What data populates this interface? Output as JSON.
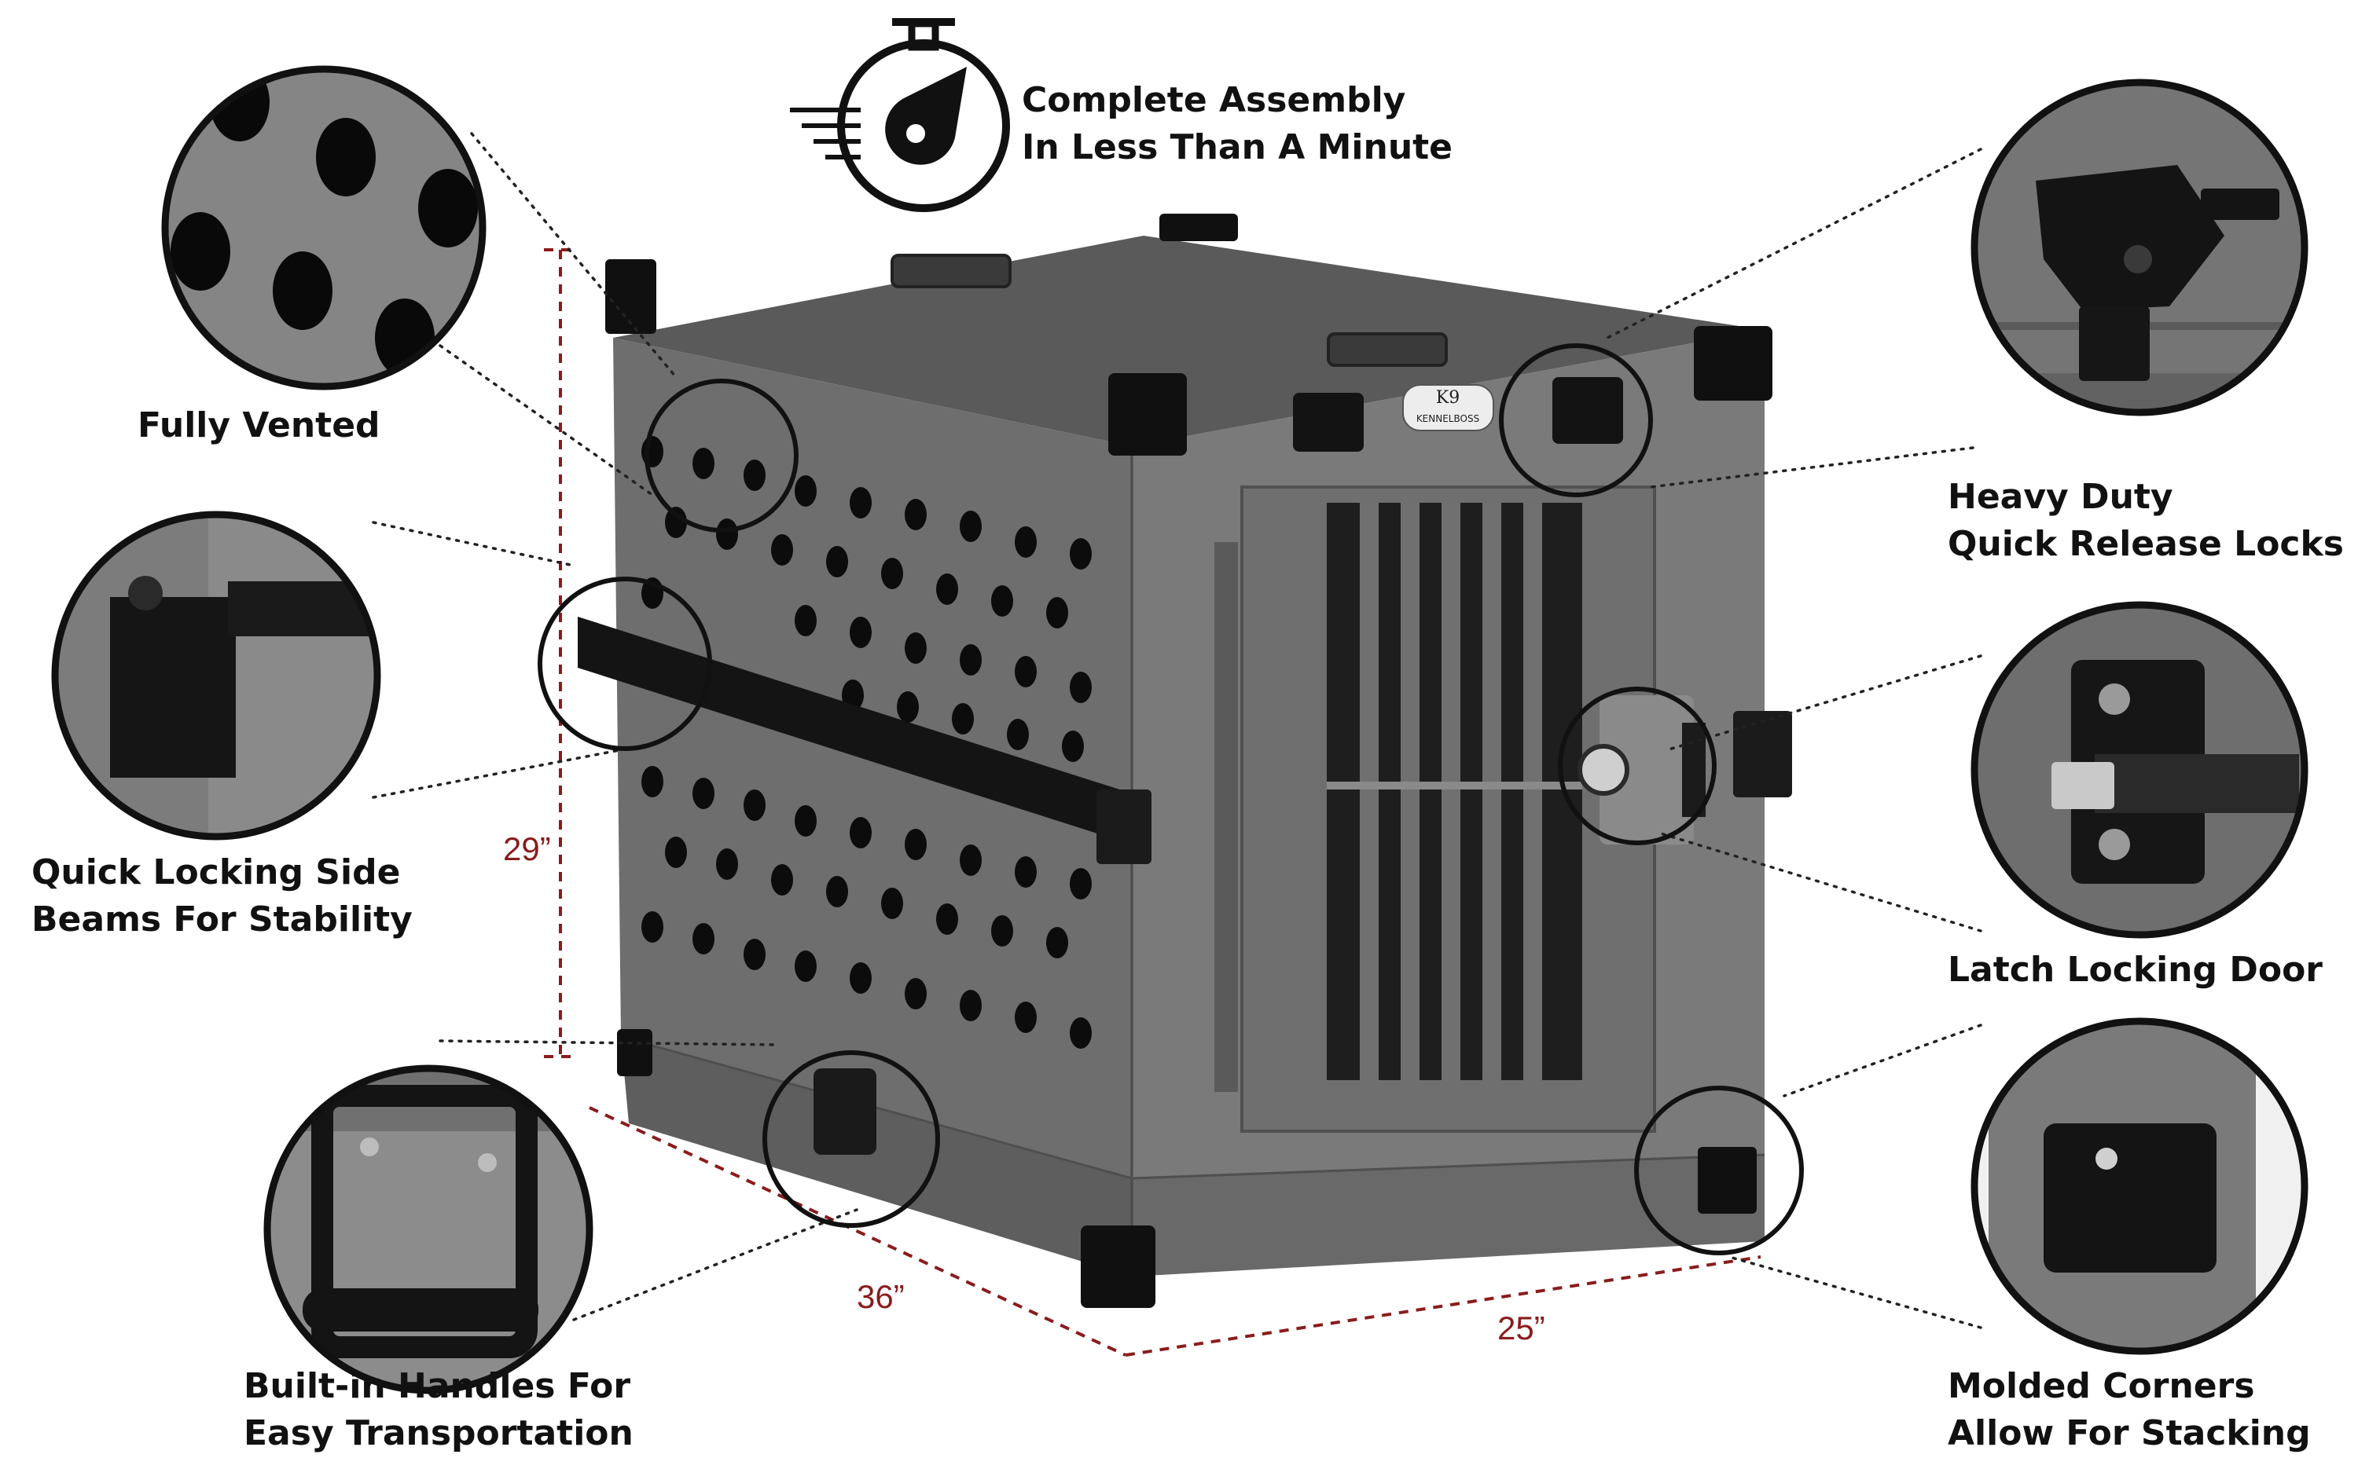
{
  "features": {
    "assembly": {
      "lines": [
        "Complete Assembly",
        "In Less Than A Minute"
      ],
      "icon": "stopwatch-icon"
    },
    "vented": {
      "lines": [
        "Fully Vented"
      ]
    },
    "locks": {
      "lines": [
        "Heavy Duty",
        "Quick Release Locks"
      ]
    },
    "beams": {
      "lines": [
        "Quick Locking Side",
        "Beams For Stability"
      ]
    },
    "latch": {
      "lines": [
        "Latch Locking Door"
      ]
    },
    "handles": {
      "lines": [
        "Built-in Handles For",
        "Easy  Transportation"
      ]
    },
    "corners": {
      "lines": [
        "Molded Corners",
        "Allow For Stacking"
      ]
    }
  },
  "dimensions": {
    "height": "29”",
    "length": "36”",
    "width": "25”"
  },
  "brand": {
    "badge_top": "K9",
    "badge_bottom": "KENNELBOSS"
  },
  "colors": {
    "crate": "#6b6b6b",
    "crate_front": "#767676",
    "crate_top": "#5c5c5c",
    "hardware": "#151515",
    "dimension_line": "#8a1c1c",
    "leader_line": "#222222",
    "text": "#111111"
  }
}
